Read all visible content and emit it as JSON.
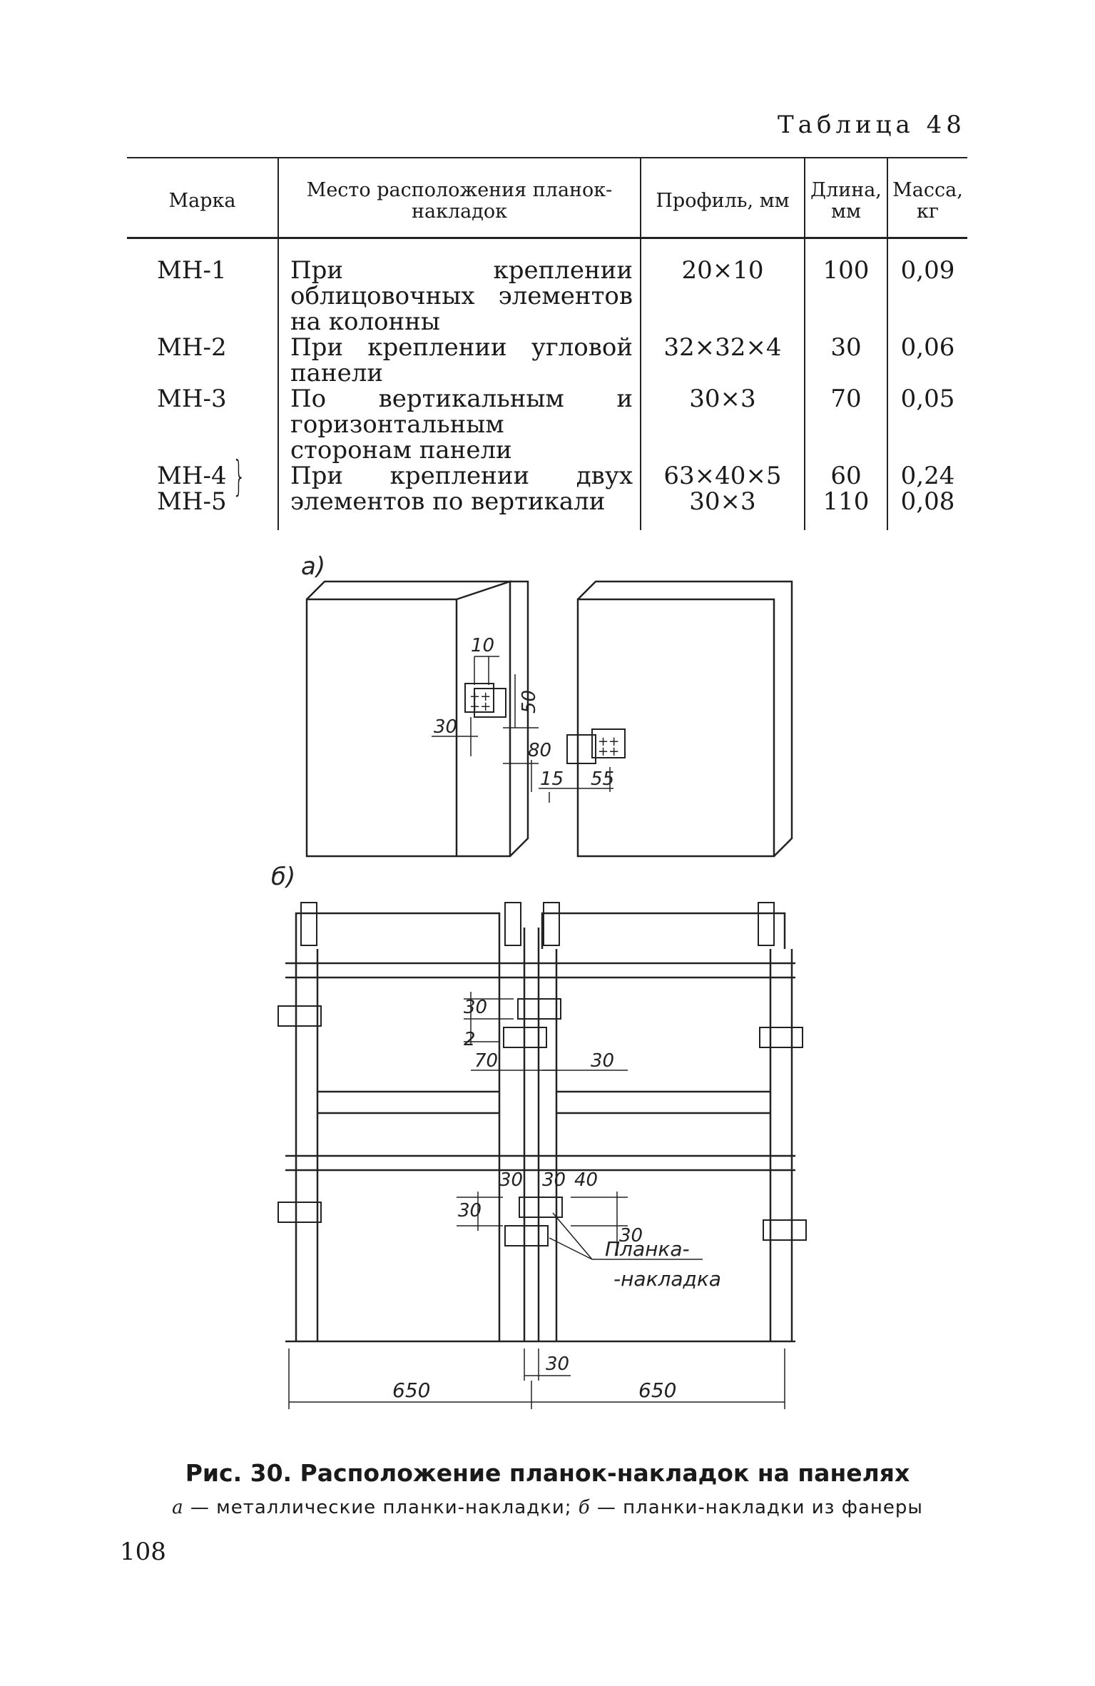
{
  "table_label": "Таблица 48",
  "table": {
    "headers": [
      "Марка",
      "Место расположения планок-накладок",
      "Профиль, мм",
      "Длина, мм",
      "Масса, кг"
    ],
    "rows": [
      {
        "mark": "МН-1",
        "place": "При креплении облицовочных элементов на колонны",
        "profile": "20×10",
        "length": "100",
        "mass": "0,09"
      },
      {
        "mark": "МН-2",
        "place": "При креплении угловой панели",
        "profile": "32×32×4",
        "length": "30",
        "mass": "0,06"
      },
      {
        "mark": "МН-3",
        "place": "По вертикальным и горизонтальным сторонам панели",
        "profile": "30×3",
        "length": "70",
        "mass": "0,05"
      }
    ],
    "pair_row": {
      "marks": [
        "МН-4",
        "МН-5"
      ],
      "place": "При креплении двух элементов по вертикали",
      "profiles": [
        "63×40×5",
        "30×3"
      ],
      "lengths": [
        "60",
        "110"
      ],
      "masses": [
        "0,24",
        "0,08"
      ]
    }
  },
  "figure": {
    "label_a": "а)",
    "label_b": "б)",
    "dims_a": [
      "10",
      "50",
      "30",
      "80",
      "15",
      "55"
    ],
    "dims_b": [
      "30",
      "2",
      "70",
      "30",
      "30",
      "30",
      "40",
      "30",
      "30",
      "30",
      "650",
      "650"
    ],
    "callout": [
      "Планка-",
      "-накладка"
    ]
  },
  "caption": {
    "title": "Рис. 30. Расположение планок-накладок на панелях",
    "sub_a_letter": "а",
    "sub_a": " — металлические планки-накладки; ",
    "sub_b_letter": "б",
    "sub_b": " — планки-накладки из фанеры"
  },
  "page_number": "108"
}
